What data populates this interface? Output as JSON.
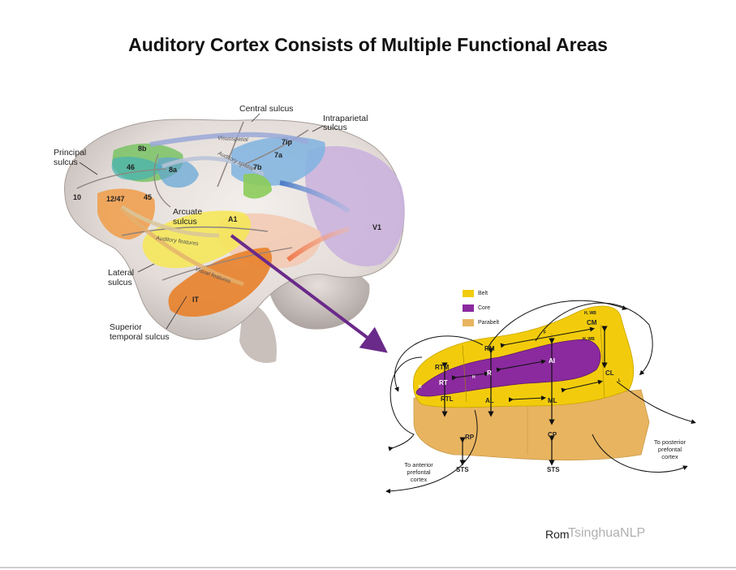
{
  "title": "Auditory Cortex Consists of Multiple Functional Areas",
  "brain": {
    "labels": {
      "central_sulcus": "Central sulcus",
      "intraparietal_sulcus_line1": "Intraparietal",
      "intraparietal_sulcus_line2": "sulcus",
      "principal_sulcus_line1": "Principal",
      "principal_sulcus_line2": "sulcus",
      "arcuate_sulcus_line1": "Arcuate",
      "arcuate_sulcus_line2": "sulcus",
      "lateral_sulcus_line1": "Lateral",
      "lateral_sulcus_line2": "sulcus",
      "superior_temporal_sulcus_line1": "Superior",
      "superior_temporal_sulcus_line2": "temporal sulcus"
    },
    "areas": {
      "a7ip": "7ip",
      "a7a": "7a",
      "a7b": "7b",
      "a8b": "8b",
      "a46": "46",
      "a8a": "8a",
      "a10": "10",
      "a12_47": "12/47",
      "a45": "45",
      "a1": "A1",
      "v1": "V1",
      "it": "IT"
    },
    "stream_labels": {
      "visuospatial": "Visuospatial",
      "auditory_spatial": "Auditory spatial",
      "auditory_features": "Auditory features",
      "visual_features": "Visual features"
    }
  },
  "legend": [
    {
      "label": "Belt",
      "color": "#f2cc0c"
    },
    {
      "label": "Core",
      "color": "#8a2a9e"
    },
    {
      "label": "Parabelt",
      "color": "#e8b460"
    }
  ],
  "schematic": {
    "regions": {
      "cm": "CM",
      "rm": "RM",
      "ai": "AI",
      "rtm": "RTM",
      "rt": "RT",
      "r": "R",
      "cl": "CL",
      "rtl": "RTL",
      "al": "AL",
      "ml": "ML",
      "rp": "RP",
      "cp": "CP",
      "sts1": "STS",
      "sts2": "STS",
      "r_small": "R"
    },
    "small_marks": {
      "hwb1": "H, WB",
      "hwb2": "H, WB",
      "h": "H",
      "l": "L",
      "f": "F"
    },
    "targets": {
      "anterior_line1": "To anterior",
      "anterior_line2": "prefontal",
      "anterior_line3": "cortex",
      "posterior_line1": "To posterior",
      "posterior_line2": "prefontal",
      "posterior_line3": "cortex"
    }
  },
  "citation": "Rom",
  "watermark": "TsinghuaNLP"
}
